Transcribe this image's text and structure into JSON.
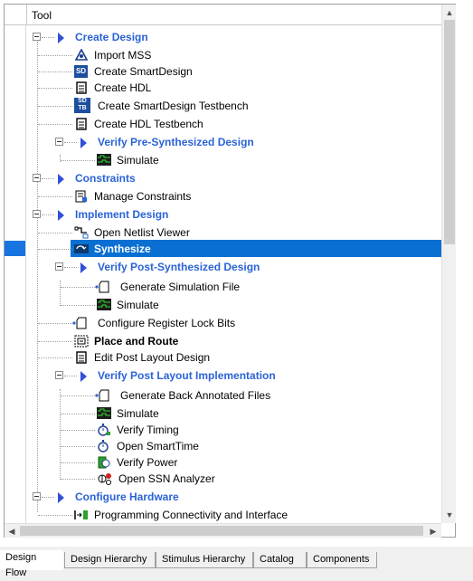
{
  "header": {
    "column_title": "Tool"
  },
  "tree": {
    "create_design": "Create Design",
    "import_mss": "Import MSS",
    "create_smartdesign": "Create SmartDesign",
    "create_hdl": "Create HDL",
    "create_smartdesign_tb": "Create SmartDesign Testbench",
    "create_hdl_tb": "Create HDL Testbench",
    "verify_pre_synth": "Verify Pre-Synthesized Design",
    "simulate_1": "Simulate",
    "constraints": "Constraints",
    "manage_constraints": "Manage Constraints",
    "implement_design": "Implement Design",
    "open_netlist_viewer": "Open Netlist Viewer",
    "synthesize": "Synthesize",
    "verify_post_synth": "Verify Post-Synthesized Design",
    "generate_sim_file": "Generate Simulation File",
    "simulate_2": "Simulate",
    "configure_reg_lock": "Configure Register Lock Bits",
    "place_and_route": "Place and Route",
    "edit_post_layout": "Edit Post Layout Design",
    "verify_post_layout": "Verify Post Layout Implementation",
    "generate_back_annotated": "Generate Back Annotated Files",
    "simulate_3": "Simulate",
    "verify_timing": "Verify Timing",
    "open_smarttime": "Open SmartTime",
    "verify_power": "Verify Power",
    "open_ssn_analyzer": "Open SSN Analyzer",
    "configure_hardware": "Configure Hardware",
    "programming_connectivity": "Programming Connectivity and Interface"
  },
  "tabs": [
    "Design Flow",
    "Design Hierarchy",
    "Stimulus Hierarchy",
    "Catalog",
    "Components"
  ],
  "icons": {
    "sd": "SD",
    "sd_tb": "SD",
    "sd_tb_sub": "TB"
  },
  "colors": {
    "group_text": "#2b63d6",
    "selection": "#0a6fd2",
    "accent_arrow": "#3050d8"
  }
}
